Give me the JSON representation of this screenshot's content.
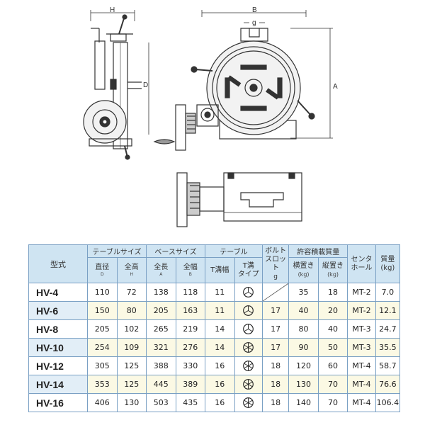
{
  "drawing_labels": {
    "h": "H",
    "d": "D",
    "b": "B",
    "g": "g",
    "a": "A"
  },
  "table": {
    "group_headers": {
      "model": "型式",
      "table_size": "テーブルサイズ",
      "base_size": "ベースサイズ",
      "table": "テーブル",
      "bolt_slot": "ボルト\nスロット",
      "allowable_load": "許容積載質量",
      "center_hole": "センタ\nホール",
      "mass": "質量\n(kg)"
    },
    "sub_headers": {
      "diameter": "直径",
      "diameter_sub": "D",
      "total_height": "全高",
      "total_height_sub": "H",
      "total_length": "全長",
      "total_length_sub": "A",
      "total_width": "全幅",
      "total_width_sub": "B",
      "t_slot_width": "T溝幅",
      "t_slot_type": "T溝\nタイプ",
      "bolt_slot_sub": "g",
      "horizontal": "横置き",
      "horizontal_unit": "(kg)",
      "vertical": "縦置き",
      "vertical_unit": "(kg)"
    },
    "rows": [
      {
        "model": "HV-4",
        "d": "110",
        "h": "72",
        "a": "138",
        "b": "118",
        "t_width": "11",
        "t_type": "3",
        "slot": "",
        "horizontal": "35",
        "vertical": "18",
        "center": "MT-2",
        "mass": "7.0"
      },
      {
        "model": "HV-6",
        "d": "150",
        "h": "80",
        "a": "205",
        "b": "163",
        "t_width": "11",
        "t_type": "3",
        "slot": "17",
        "horizontal": "40",
        "vertical": "20",
        "center": "MT-2",
        "mass": "12.1"
      },
      {
        "model": "HV-8",
        "d": "205",
        "h": "102",
        "a": "265",
        "b": "219",
        "t_width": "14",
        "t_type": "3",
        "slot": "17",
        "horizontal": "80",
        "vertical": "40",
        "center": "MT-3",
        "mass": "24.7"
      },
      {
        "model": "HV-10",
        "d": "254",
        "h": "109",
        "a": "321",
        "b": "276",
        "t_width": "14",
        "t_type": "6",
        "slot": "17",
        "horizontal": "90",
        "vertical": "50",
        "center": "MT-3",
        "mass": "35.5"
      },
      {
        "model": "HV-12",
        "d": "305",
        "h": "125",
        "a": "388",
        "b": "330",
        "t_width": "16",
        "t_type": "6",
        "slot": "18",
        "horizontal": "120",
        "vertical": "60",
        "center": "MT-4",
        "mass": "58.7"
      },
      {
        "model": "HV-14",
        "d": "353",
        "h": "125",
        "a": "445",
        "b": "389",
        "t_width": "16",
        "t_type": "6",
        "slot": "18",
        "horizontal": "130",
        "vertical": "70",
        "center": "MT-4",
        "mass": "76.6"
      },
      {
        "model": "HV-16",
        "d": "406",
        "h": "130",
        "a": "503",
        "b": "435",
        "t_width": "16",
        "t_type": "6",
        "slot": "18",
        "horizontal": "140",
        "vertical": "70",
        "center": "MT-4",
        "mass": "106.4"
      }
    ]
  },
  "colors": {
    "header_bg": "#cfe4f2",
    "row_alt_bg": "#fbf9e4",
    "model_alt_bg": "#e2eef7",
    "border": "#7aa0c4"
  }
}
